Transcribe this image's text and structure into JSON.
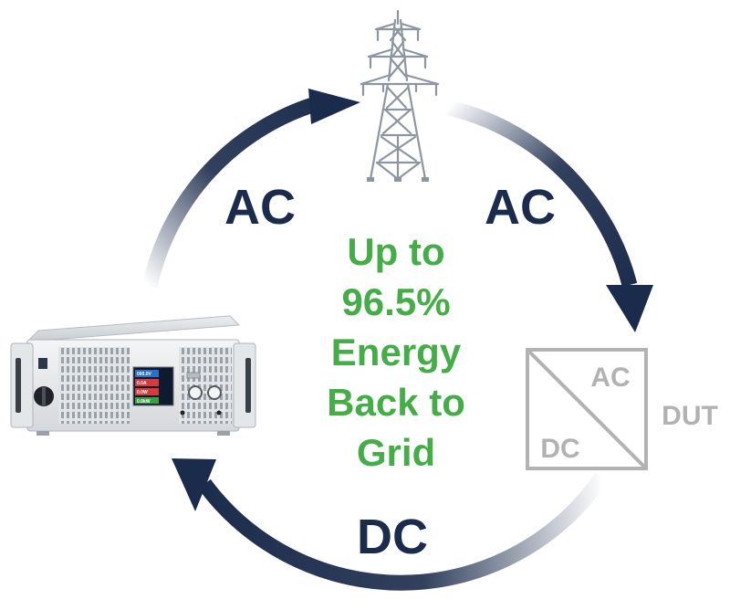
{
  "labels": {
    "ac_left": "AC",
    "ac_right": "AC",
    "dc_bottom": "DC"
  },
  "center": {
    "lines": [
      "Up to",
      "96.5%",
      "Energy",
      "Back to",
      "Grid"
    ]
  },
  "dut": {
    "ac": "AC",
    "dc": "DC",
    "name": "DUT"
  },
  "device": {
    "display_lines": [
      "000.0V",
      "0.0A",
      "0.0W",
      "0.0kW"
    ]
  },
  "colors": {
    "arrow_navy": "#1b2b4b",
    "text_green": "#45ad47",
    "dut_gray": "#b2b2b2",
    "tower_gray": "#8d96a0"
  },
  "icons": [
    "power-pylon-icon",
    "dut-converter-icon",
    "regenerative-load-device"
  ]
}
